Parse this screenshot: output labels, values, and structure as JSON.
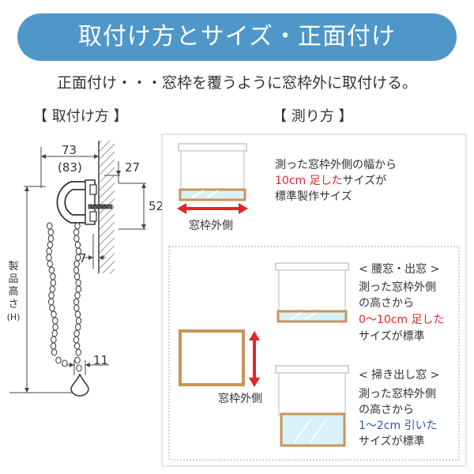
{
  "banner": {
    "title": "取付け方とサイズ・正面付け"
  },
  "subtitle": "正面付け・・・窓枠を覆うように窓枠外に取付ける。",
  "sections": {
    "install": "【 取付け方 】",
    "measure": "【 測り方 】"
  },
  "install_diagram": {
    "dim_width": "73",
    "dim_width_alt": "(83)",
    "dim_top": "27",
    "dim_mount": "52",
    "dim_gap": "7",
    "dim_weight": "11",
    "height_label": [
      "製",
      "品",
      "高",
      "さ",
      "(H)"
    ]
  },
  "measure_panel": {
    "width_text": {
      "line1": "測った窓枠外側の幅から",
      "line2_red": "10cm 足した",
      "line2_rest": "サイズが",
      "line3": "標準製作サイズ"
    },
    "width_label": "窓枠外側",
    "waist_window": {
      "heading": "< 腰窓・出窓 >",
      "line1": "測った窓枠外側",
      "line2": "の高さから",
      "line3_red": "0〜10cm 足した",
      "line4": "サイズが標準"
    },
    "frame_label": "窓枠外側",
    "sweep_window": {
      "heading": "< 掃き出し窓 >",
      "line1": "測った窓枠外側",
      "line2": "の高さから",
      "line3_blue": "1〜2cm 引いた",
      "line4": "サイズが標準"
    }
  },
  "colors": {
    "banner": "#4f97c8",
    "frame_wood": "#c9935a",
    "glass": "#d9f1f8",
    "red": "#e5242a",
    "blue": "#2b57a6"
  }
}
